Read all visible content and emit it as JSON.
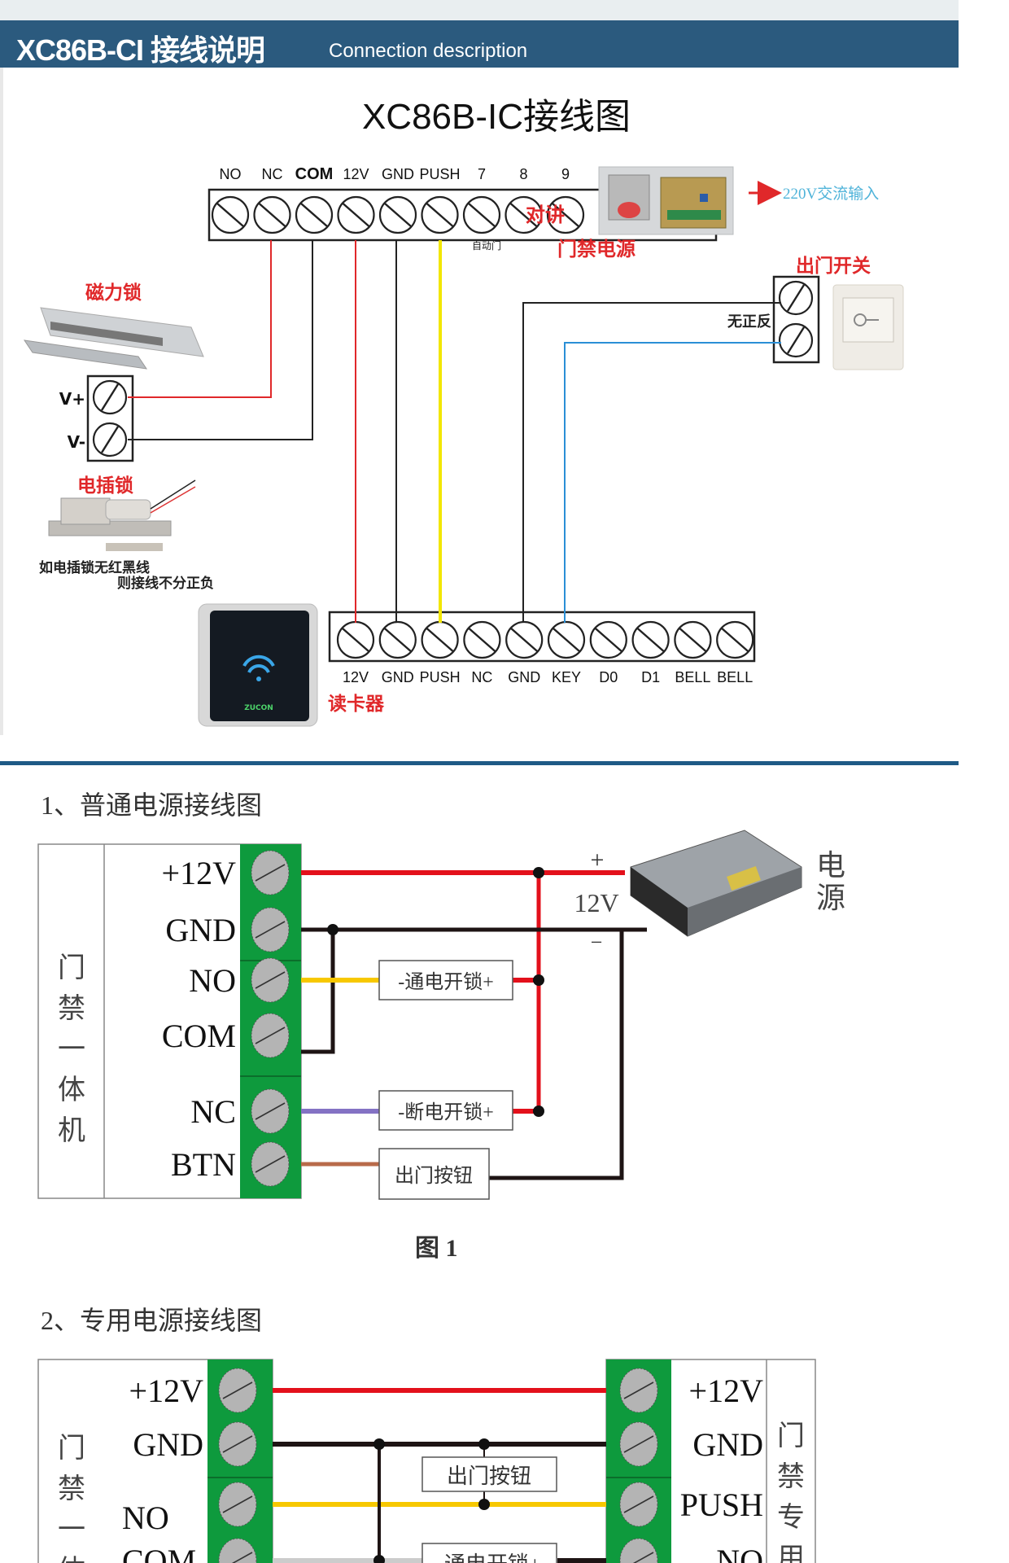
{
  "header": {
    "model": "XC86B-CI 接线说明",
    "subtitle": "Connection description"
  },
  "diagram_main": {
    "title": "XC86B-IC接线图",
    "controller_terminals": [
      "NO",
      "NC",
      "COM",
      "12V",
      "GND",
      "PUSH",
      "7",
      "8",
      "9"
    ],
    "intercom_label": "对讲",
    "auto_door_label": "自动门",
    "power_supply_label": "门禁电源",
    "ac_input_label": "220V交流输入",
    "exit_switch_label": "出门开关",
    "no_polarity_label": "无正反",
    "mag_lock_label": "磁力锁",
    "mag_lock_terminals": [
      "V+",
      "V-"
    ],
    "bolt_lock_label": "电插锁",
    "bolt_note_line1": "如电插锁无红黑线",
    "bolt_note_line2": "则接线不分正负",
    "reader_label": "读卡器",
    "reader_brand": "ZUCON",
    "reader_terminals": [
      "12V",
      "GND",
      "PUSH",
      "NC",
      "GND",
      "KEY",
      "D0",
      "D1",
      "BELL",
      "BELL"
    ],
    "wire_colors": {
      "red": "#e0282a",
      "black": "#222222",
      "yellow": "#f2e600",
      "blue": "#2a8fd6"
    }
  },
  "figure1": {
    "section_title": "1、普通电源接线图",
    "device_label": "门禁一体机",
    "terminals": [
      "+12V",
      "GND",
      "NO",
      "COM",
      "NC",
      "BTN"
    ],
    "box_unlock_on_power": "-通电开锁+",
    "box_unlock_off_power": "-断电开锁+",
    "box_exit_button": "出门按钮",
    "psu_plus": "+",
    "psu_voltage": "12V",
    "psu_minus": "−",
    "psu_label": "电源",
    "caption": "图 1",
    "wire_colors": {
      "red": "#e3101b",
      "black": "#1e1414",
      "yellow": "#f7c800",
      "purple": "#8472c4",
      "brown": "#b86a4a",
      "terminal_green": "#0e9a3d"
    }
  },
  "figure2": {
    "section_title": "2、专用电源接线图",
    "left_device_label": "门禁一体机",
    "left_terminals": [
      "+12V",
      "GND",
      "NO",
      "COM"
    ],
    "right_device_label": "门禁专用",
    "right_terminals": [
      "+12V",
      "GND",
      "PUSH",
      "NO"
    ],
    "box_exit_button": "出门按钮",
    "box_unlock_on_power": "-通电开锁+"
  }
}
